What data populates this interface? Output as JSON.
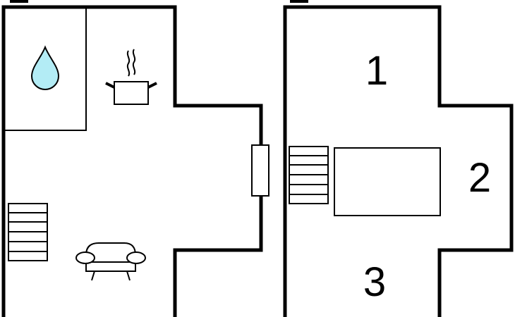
{
  "floor_plan": {
    "left_plan": {
      "icons": [
        "water-drop-icon",
        "cooking-pot-icon",
        "staircase-icon",
        "sofa-icon",
        "window-icon"
      ]
    },
    "right_plan": {
      "rooms": [
        {
          "label": "1"
        },
        {
          "label": "2"
        },
        {
          "label": "3"
        }
      ],
      "icons": [
        "staircase-icon"
      ]
    }
  },
  "colors": {
    "wall": "#000000",
    "water": "#b3ecf5",
    "background": "#ffffff"
  }
}
